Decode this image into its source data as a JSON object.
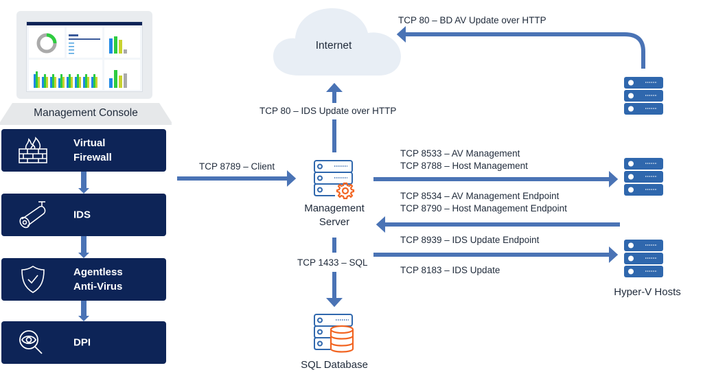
{
  "console": {
    "label": "Management Console",
    "screen_icon": "dashboard-screenshot"
  },
  "features": [
    {
      "label_line1": "Virtual",
      "label_line2": "Firewall",
      "icon": "firewall-icon"
    },
    {
      "label_line1": "IDS",
      "label_line2": "",
      "icon": "security-camera-icon"
    },
    {
      "label_line1": "Agentless",
      "label_line2": "Anti-Virus",
      "icon": "shield-check-icon"
    },
    {
      "label_line1": "DPI",
      "label_line2": "",
      "icon": "eye-magnifier-icon"
    }
  ],
  "nodes": {
    "internet": "Internet",
    "management_server_line1": "Management",
    "management_server_line2": "Server",
    "sql_database": "SQL Database",
    "hyperv_hosts": "Hyper-V Hosts"
  },
  "connections": {
    "bd_av_update": "TCP 80 – BD  AV Update over HTTP",
    "ids_update_http": "TCP 80 – IDS Update over HTTP",
    "client": "TCP 8789 – Client",
    "av_management": "TCP 8533 – AV Management",
    "host_management": "TCP 8788 – Host Management",
    "av_management_endpoint": "TCP 8534 – AV Management Endpoint",
    "host_management_endpoint": "TCP 8790 – Host Management Endpoint",
    "ids_update_endpoint": "TCP 8939 – IDS Update Endpoint",
    "sql": "TCP 1433 – SQL",
    "ids_update": "TCP 8183 – IDS Update"
  },
  "colors": {
    "navy": "#0d2457",
    "arrow_blue": "#4a73b5",
    "server_blue": "#2f67ad",
    "accent_orange": "#f26522",
    "cloud": "#e8eef5"
  }
}
